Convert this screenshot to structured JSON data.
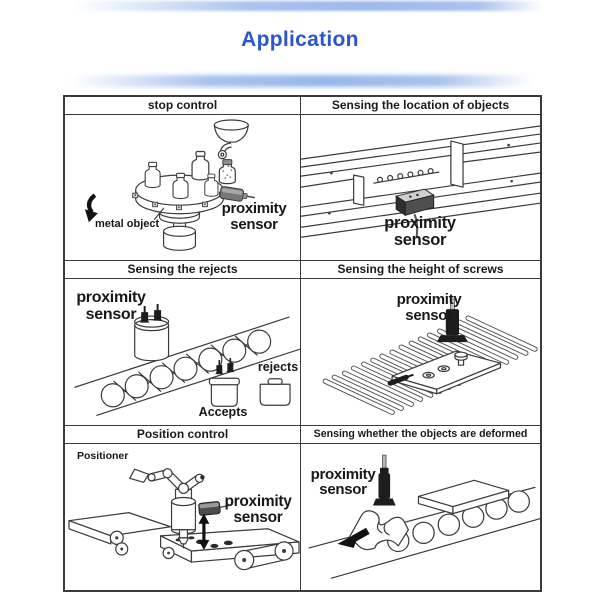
{
  "header": {
    "title": "Application"
  },
  "theme": {
    "accent": "#2b55d2",
    "header_rule": "#a9c3ee",
    "line": "#3b3b3b",
    "sensor_dark": "#1d1d1d"
  },
  "panels": [
    {
      "title": "stop control",
      "labels": {
        "metal_object": "metal object",
        "sensor": "proximity sensor"
      }
    },
    {
      "title": "Sensing the location of objects",
      "labels": {
        "sensor": "proximity sensor"
      }
    },
    {
      "title": "Sensing the rejects",
      "labels": {
        "sensor": "proximity sensor",
        "accepts": "Accepts",
        "rejects": "rejects"
      }
    },
    {
      "title": "Sensing the height of screws",
      "labels": {
        "sensor": "proximity sensor"
      }
    },
    {
      "title": "Position control",
      "labels": {
        "positioner": "Positioner",
        "sensor": "proximity sensor"
      }
    },
    {
      "title": "Sensing whether the objects are deformed",
      "labels": {
        "sensor": "proximity sensor"
      }
    }
  ]
}
